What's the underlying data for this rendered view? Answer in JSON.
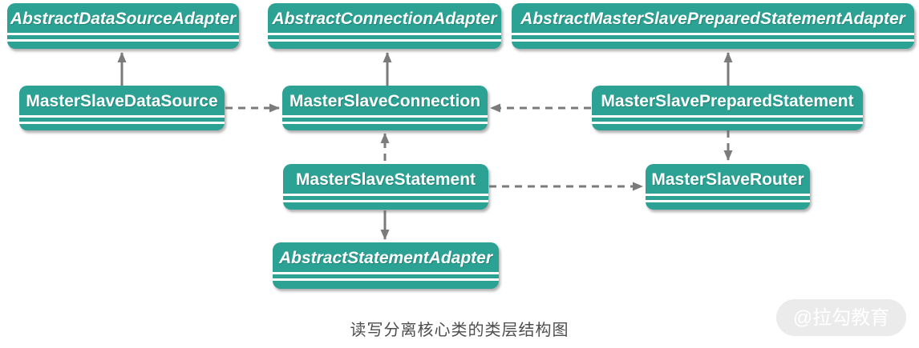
{
  "diagram": {
    "type": "uml-class-hierarchy",
    "caption": "读写分离核心类的类层结构图",
    "watermark": "@拉勾教育",
    "colors": {
      "node_fill": "#2BA294",
      "node_text": "#ffffff",
      "arrow": "#7b7b7b",
      "caption_text": "#4d4d4d",
      "watermark_bg": "#ebebeb",
      "watermark_text": "#ffffff"
    },
    "nodes": [
      {
        "id": "AbstractDataSourceAdapter",
        "label": "AbstractDataSourceAdapter",
        "abstract": true
      },
      {
        "id": "AbstractConnectionAdapter",
        "label": "AbstractConnectionAdapter",
        "abstract": true
      },
      {
        "id": "AbstractMasterSlavePreparedStatementAdapter",
        "label": "AbstractMasterSlavePreparedStatementAdapter",
        "abstract": true
      },
      {
        "id": "MasterSlaveDataSource",
        "label": "MasterSlaveDataSource",
        "abstract": false
      },
      {
        "id": "MasterSlaveConnection",
        "label": "MasterSlaveConnection",
        "abstract": false
      },
      {
        "id": "MasterSlavePreparedStatement",
        "label": "MasterSlavePreparedStatement",
        "abstract": false
      },
      {
        "id": "MasterSlaveStatement",
        "label": "MasterSlaveStatement",
        "abstract": false
      },
      {
        "id": "MasterSlaveRouter",
        "label": "MasterSlaveRouter",
        "abstract": false
      },
      {
        "id": "AbstractStatementAdapter",
        "label": "AbstractStatementAdapter",
        "abstract": true
      }
    ],
    "edges": [
      {
        "from": "MasterSlaveDataSource",
        "to": "AbstractDataSourceAdapter",
        "style": "solid"
      },
      {
        "from": "MasterSlaveConnection",
        "to": "AbstractConnectionAdapter",
        "style": "solid"
      },
      {
        "from": "MasterSlavePreparedStatement",
        "to": "AbstractMasterSlavePreparedStatementAdapter",
        "style": "solid"
      },
      {
        "from": "MasterSlaveDataSource",
        "to": "MasterSlaveConnection",
        "style": "dashed"
      },
      {
        "from": "MasterSlavePreparedStatement",
        "to": "MasterSlaveConnection",
        "style": "dashed"
      },
      {
        "from": "MasterSlaveStatement",
        "to": "MasterSlaveConnection",
        "style": "dashed"
      },
      {
        "from": "MasterSlaveStatement",
        "to": "MasterSlaveRouter",
        "style": "dashed"
      },
      {
        "from": "MasterSlavePreparedStatement",
        "to": "MasterSlaveRouter",
        "style": "dashed"
      },
      {
        "from": "MasterSlaveStatement",
        "to": "AbstractStatementAdapter",
        "style": "solid"
      }
    ]
  }
}
